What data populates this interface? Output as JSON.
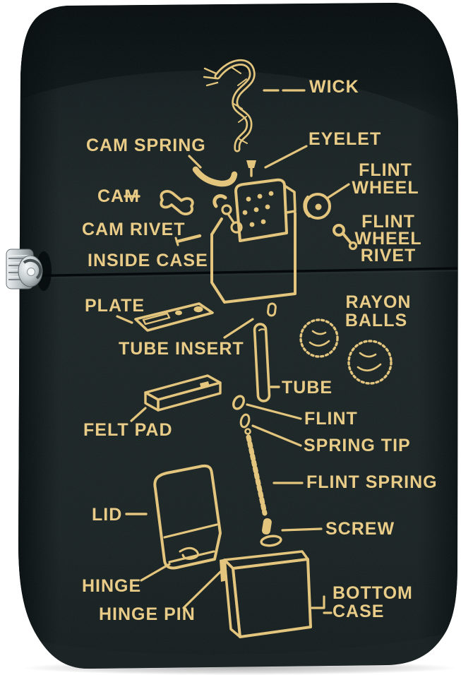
{
  "colors": {
    "background": "#ffffff",
    "body": "#1b2425",
    "body_dark": "#0d1415",
    "gold": "#e8ca84",
    "hinge_silver": "#dde1e4"
  },
  "diagram": {
    "labels": {
      "wick": {
        "text": "WICK"
      },
      "eyelet": {
        "text": "EYELET"
      },
      "cam_spring": {
        "text": "CAM SPRING"
      },
      "cam": {
        "text": "CAM"
      },
      "flint_wheel": {
        "line1": "FLINT",
        "line2": "WHEEL"
      },
      "cam_rivet": {
        "text": "CAM RIVET"
      },
      "flint_wheel_rivet": {
        "line1": "FLINT",
        "line2": "WHEEL",
        "line3": "RIVET"
      },
      "inside_case": {
        "text": "INSIDE CASE"
      },
      "plate": {
        "text": "PLATE"
      },
      "rayon_balls": {
        "line1": "RAYON",
        "line2": "BALLS"
      },
      "tube_insert": {
        "text": "TUBE INSERT"
      },
      "tube": {
        "text": "TUBE"
      },
      "felt_pad": {
        "text": "FELT PAD"
      },
      "flint": {
        "text": "FLINT"
      },
      "spring_tip": {
        "text": "SPRING TIP"
      },
      "flint_spring": {
        "text": "FLINT SPRING"
      },
      "lid": {
        "text": "LID"
      },
      "screw": {
        "text": "SCREW"
      },
      "hinge": {
        "text": "HINGE"
      },
      "hinge_pin": {
        "text": "HINGE PIN"
      },
      "bottom_case": {
        "line1": "BOTTOM",
        "line2": "CASE"
      }
    }
  }
}
